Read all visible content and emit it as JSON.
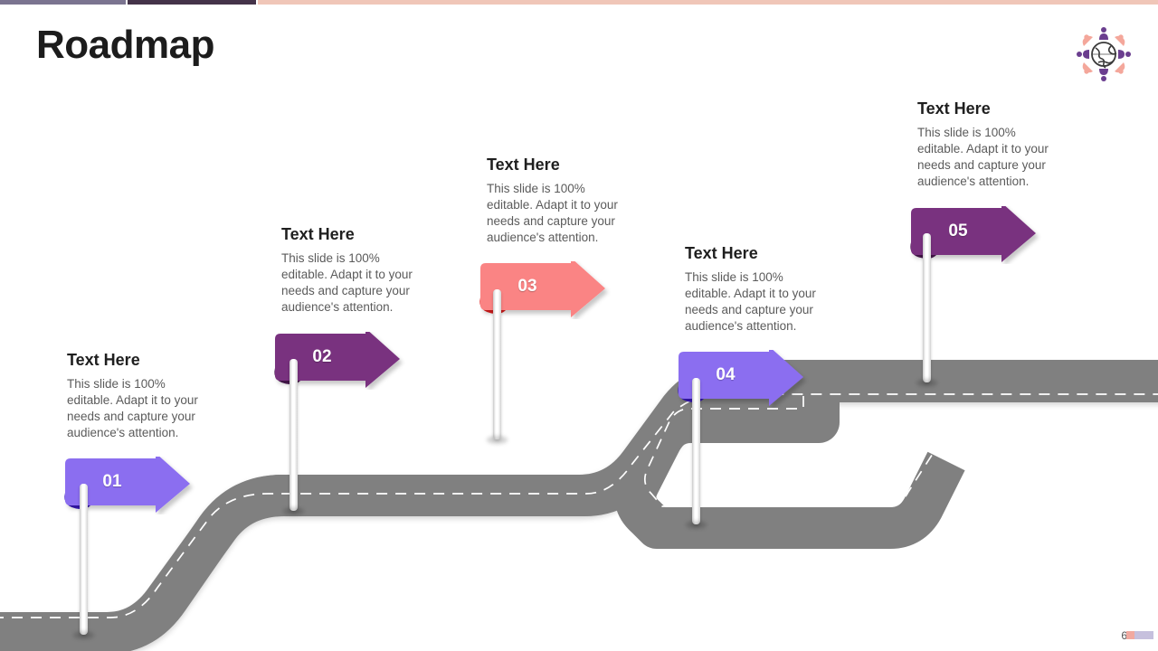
{
  "slide": {
    "title": "Roadmap",
    "page_number": "6",
    "background": "#ffffff"
  },
  "topbar": {
    "segments": [
      {
        "name": "segment-light-purple",
        "color": "#7b7490"
      },
      {
        "name": "segment-dark-purple",
        "color": "#443349"
      },
      {
        "name": "segment-peach",
        "color": "#f0c6b8"
      }
    ]
  },
  "logo": {
    "name": "global-people-logo",
    "globe_color": "#3c3c3c",
    "accent_purple": "#6b3e8f",
    "accent_salmon": "#f4a79b"
  },
  "road": {
    "surface_color": "#808080",
    "lane_marking_color": "#ffffff",
    "lane_style": "dashed"
  },
  "milestones": [
    {
      "number": "01",
      "title": "Text Here",
      "description": "This slide is 100% editable. Adapt it to your needs and capture your audience's attention.",
      "flag_color": "#8b6ef0",
      "flag_fold_color": "#3b19c2"
    },
    {
      "number": "02",
      "title": "Text Here",
      "description": "This slide is 100% editable. Adapt it to your needs and capture your audience's attention.",
      "flag_color": "#79307f",
      "flag_fold_color": "#4e1a55"
    },
    {
      "number": "03",
      "title": "Text Here",
      "description": "This slide is 100% editable. Adapt it to your needs and capture your audience's attention.",
      "flag_color": "#fa8484",
      "flag_fold_color": "#e81f1f"
    },
    {
      "number": "04",
      "title": "Text Here",
      "description": "This slide is 100% editable. Adapt it to your needs and capture your audience's attention.",
      "flag_color": "#8b6ef0",
      "flag_fold_color": "#3b19c2"
    },
    {
      "number": "05",
      "title": "Text Here",
      "description": "This slide is 100% editable. Adapt it to your needs and capture your audience's attention.",
      "flag_color": "#79307f",
      "flag_fold_color": "#4e1a55"
    }
  ],
  "footer": {
    "chip_colors": [
      "#f1a9a0",
      "#c6c0dd"
    ]
  }
}
